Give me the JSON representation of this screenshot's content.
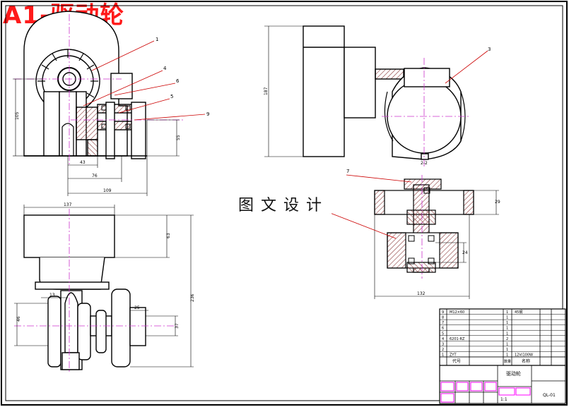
{
  "title": "A1-驱动轮",
  "watermark": "图文设计",
  "colors": {
    "title_red": "#ff1a1a",
    "leader_red": "#cc0000",
    "hatch_brown": "#8b3a3a",
    "center_magenta": "#cc33cc",
    "dim_red": "#cc2222",
    "titleblock_magenta": "#ff00ff"
  },
  "balloons": [
    "1",
    "4",
    "6",
    "5",
    "9",
    "3",
    "7"
  ],
  "dimensions": {
    "front_height": "105",
    "front_small_height": "55",
    "front_w1": "43",
    "front_w2": "76",
    "front_w3": "109",
    "side_height": "187",
    "section_height": "29",
    "section_small": "24",
    "section_width": "132",
    "plan_width": "137",
    "plan_upper": "63",
    "plan_total": "236",
    "plan_left": "46",
    "plan_small": "13",
    "plan_right_w": "25",
    "plan_right_h": "37"
  },
  "section_mark": "2-2",
  "title_block": {
    "part_name": "驱动轮",
    "scale": "1:1",
    "drawing_no": "QL-01",
    "bom_rows": [
      {
        "no": "9",
        "code": "M12×60",
        "qty": "1",
        "mat": "45钢"
      },
      {
        "no": "8",
        "code": "",
        "qty": "1",
        "mat": ""
      },
      {
        "no": "7",
        "code": "",
        "qty": "1",
        "mat": ""
      },
      {
        "no": "6",
        "code": "",
        "qty": "1",
        "mat": ""
      },
      {
        "no": "5",
        "code": "",
        "qty": "1",
        "mat": ""
      },
      {
        "no": "4",
        "code": "6201-RZ",
        "qty": "2",
        "mat": ""
      },
      {
        "no": "3",
        "code": "",
        "qty": "1",
        "mat": ""
      },
      {
        "no": "2",
        "code": "",
        "qty": "1",
        "mat": ""
      },
      {
        "no": "1",
        "code": "ZYT",
        "qty": "1",
        "mat": "12V/100W"
      }
    ],
    "header_code": "代号",
    "header_name": "名称",
    "header_qty": "数量"
  }
}
